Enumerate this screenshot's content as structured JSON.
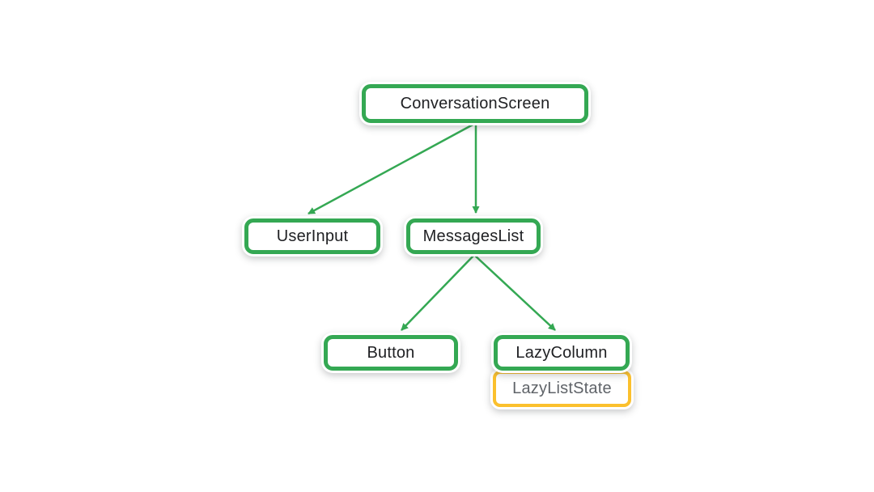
{
  "diagram": {
    "description": "Composable hierarchy tree",
    "nodes": {
      "conversation_screen": {
        "label": "ConversationScreen",
        "kind": "composable"
      },
      "user_input": {
        "label": "UserInput",
        "kind": "composable"
      },
      "messages_list": {
        "label": "MessagesList",
        "kind": "composable"
      },
      "button": {
        "label": "Button",
        "kind": "composable"
      },
      "lazy_column": {
        "label": "LazyColumn",
        "kind": "composable"
      },
      "lazy_list_state": {
        "label": "LazyListState",
        "kind": "state"
      }
    },
    "edges": [
      {
        "from": "ConversationScreen",
        "to": "UserInput"
      },
      {
        "from": "ConversationScreen",
        "to": "MessagesList"
      },
      {
        "from": "MessagesList",
        "to": "Button"
      },
      {
        "from": "MessagesList",
        "to": "LazyColumn"
      }
    ],
    "attachments": [
      {
        "parent": "LazyColumn",
        "child": "LazyListState"
      }
    ]
  },
  "colors": {
    "background": "#FFFFFF",
    "node_border": "#34A853",
    "state_border": "#FBC02D",
    "arrow": "#34A853",
    "node_text": "#202124",
    "state_text": "#5F6368"
  }
}
